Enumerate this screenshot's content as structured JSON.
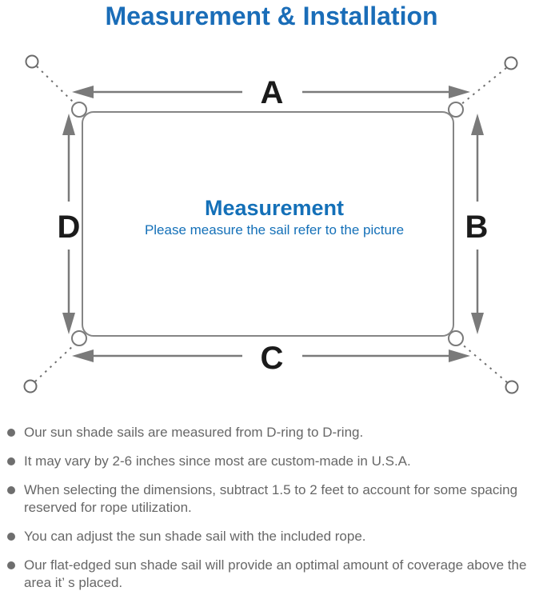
{
  "title": "Measurement & Installation",
  "colors": {
    "title_blue": "#1a6db8",
    "center_blue": "#1470b8",
    "line_gray": "#7a7a7a",
    "label_black": "#1b1b1b",
    "note_gray": "#676767"
  },
  "diagram": {
    "dimension_labels": {
      "top": "A",
      "right": "B",
      "bottom": "C",
      "left": "D"
    },
    "center_title": "Measurement",
    "center_subtitle": "Please measure the sail refer to the picture"
  },
  "notes": [
    {
      "text": "Our sun shade sails are measured from D-ring to D-ring."
    },
    {
      "text": "It may vary by 2-6 inches since most are custom-made in U.S.A."
    },
    {
      "text": "When selecting the dimensions, subtract 1.5 to 2 feet to account for some spacing reserved for rope utilization."
    },
    {
      "text": "You can adjust the sun shade sail with the included rope."
    },
    {
      "text": "Our flat-edged sun shade sail will provide an optimal amount of coverage above the area it’ s placed."
    }
  ]
}
